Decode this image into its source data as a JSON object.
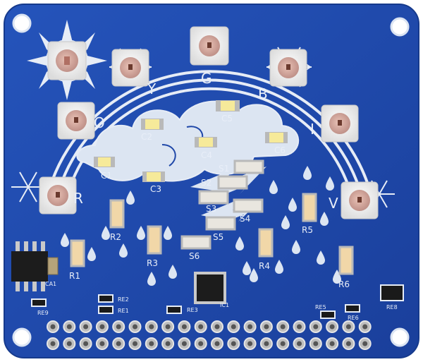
{
  "board": {
    "colors": {
      "pcb": "#1f47a8",
      "pcb_edge": "#153a8f",
      "silkscreen": "#e6ecf6",
      "led_body": "#f3f3f3",
      "led_window": "#d2a59a",
      "smd_led_yellow": "#f6ea9a",
      "pad_silver": "#b9b9b9",
      "ic": "#1c1c1c"
    },
    "icons": [
      "sun-icon",
      "snowflake-icon",
      "cloud-icon",
      "lightning-icon",
      "raindrop-icon"
    ],
    "rgb_labels": {
      "r": "R",
      "o": "O",
      "y": "Y",
      "g": "G",
      "b": "B",
      "i": "I",
      "v": "V"
    },
    "cloud_leds": {
      "c1": "C1",
      "c2": "C2",
      "c3": "C3",
      "c4": "C4",
      "c5": "C5",
      "c6": "C6"
    },
    "storm_leds": {
      "s1": "S1",
      "s2": "S2",
      "s3": "S3",
      "s4": "S4",
      "s5": "S5",
      "s6": "S6"
    },
    "rain_leds": {
      "r1": "R1",
      "r2": "R2",
      "r3": "R3",
      "r4": "R4",
      "r5": "R5",
      "r6": "R6"
    },
    "misc": {
      "ca1": "CA1",
      "ic1": "IC1",
      "re1": "RE1",
      "re2": "RE2",
      "re3": "RE3",
      "re5": "RE5",
      "re6": "RE6",
      "re8": "RE8",
      "re9": "RE9"
    }
  }
}
